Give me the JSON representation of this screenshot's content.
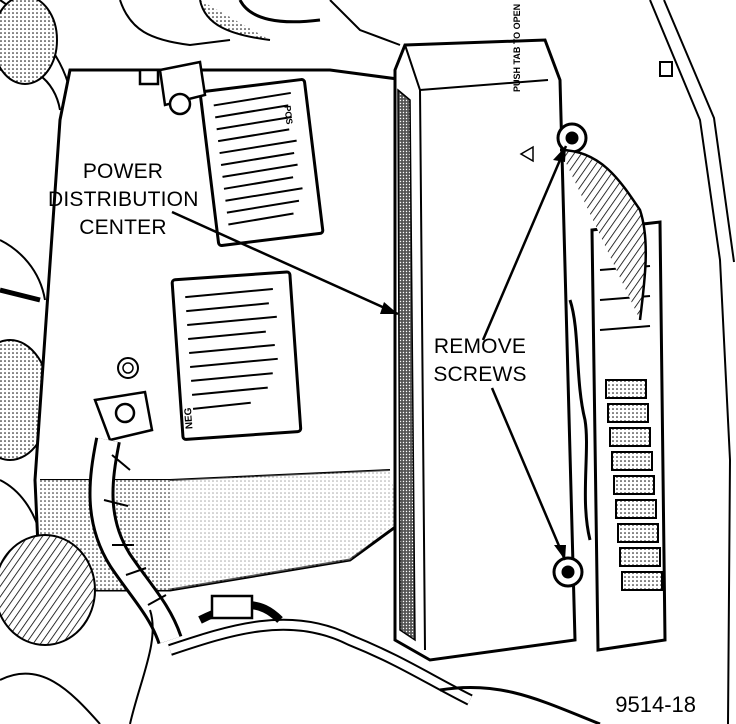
{
  "callouts": {
    "power_distribution_center": [
      "POWER",
      "DISTRIBUTION",
      "CENTER"
    ],
    "remove_screws": [
      "REMOVE",
      "SCREWS"
    ]
  },
  "cover_text": "PUSH TAB TO OPEN",
  "battery_labels": {
    "pos": "POS",
    "neg": "NEG"
  },
  "figure_number": "9514-18"
}
